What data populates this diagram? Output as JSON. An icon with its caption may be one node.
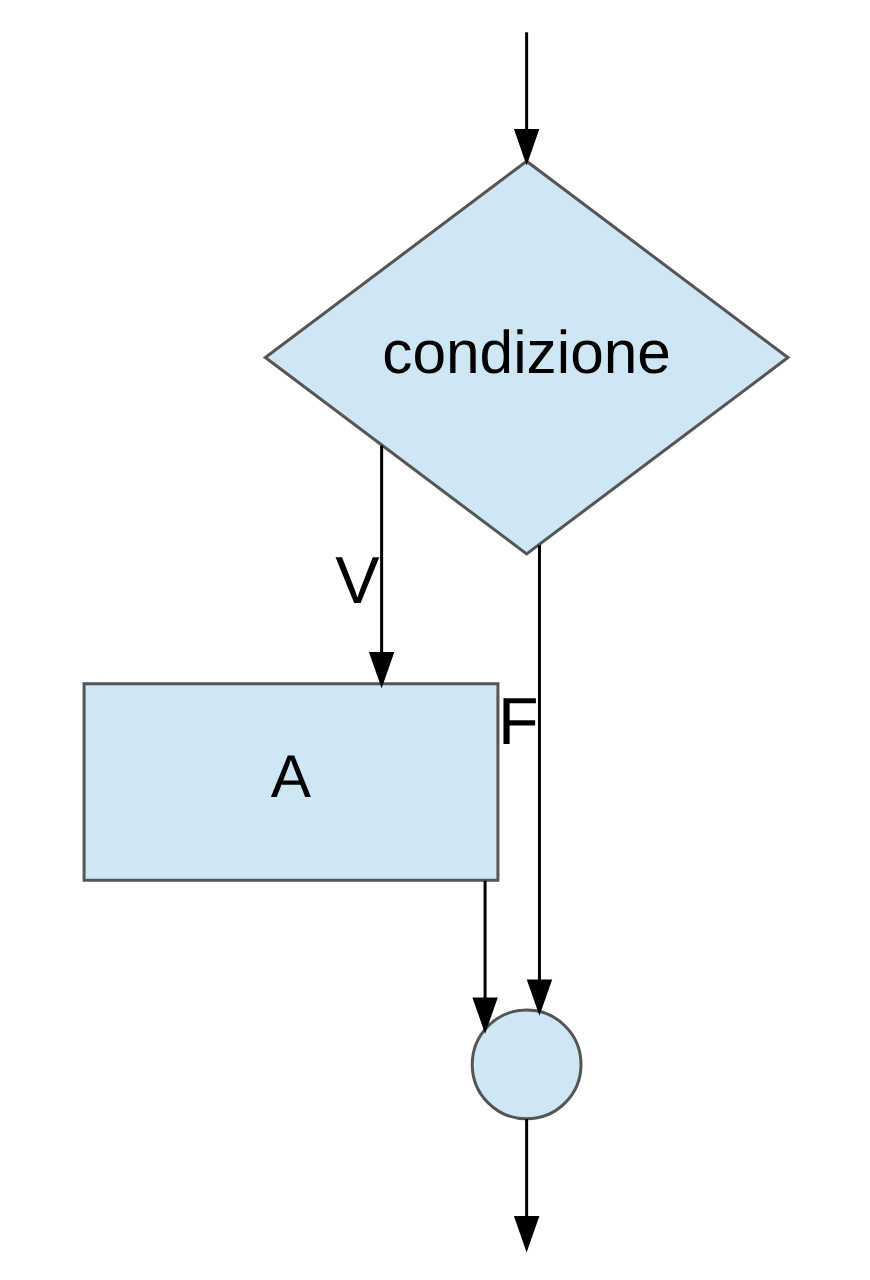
{
  "diagram": {
    "nodes": [
      {
        "text": [
          "condizione"
        ]
      },
      {
        "text": [
          "A"
        ]
      },
      {
        "text": [],
        "shape": "circle"
      }
    ],
    "edges": [
      {
        "from": null,
        "to": 0,
        "arrow": "to"
      },
      {
        "from": 0,
        "to": 1,
        "label": "V",
        "arrow": "to"
      },
      {
        "from": 0,
        "to": 2,
        "label": "F",
        "arrow": "to"
      },
      {
        "from": 1,
        "to": 2,
        "arrow": "to"
      },
      {
        "from": 2,
        "to": null,
        "arrow": "to"
      }
    ]
  }
}
